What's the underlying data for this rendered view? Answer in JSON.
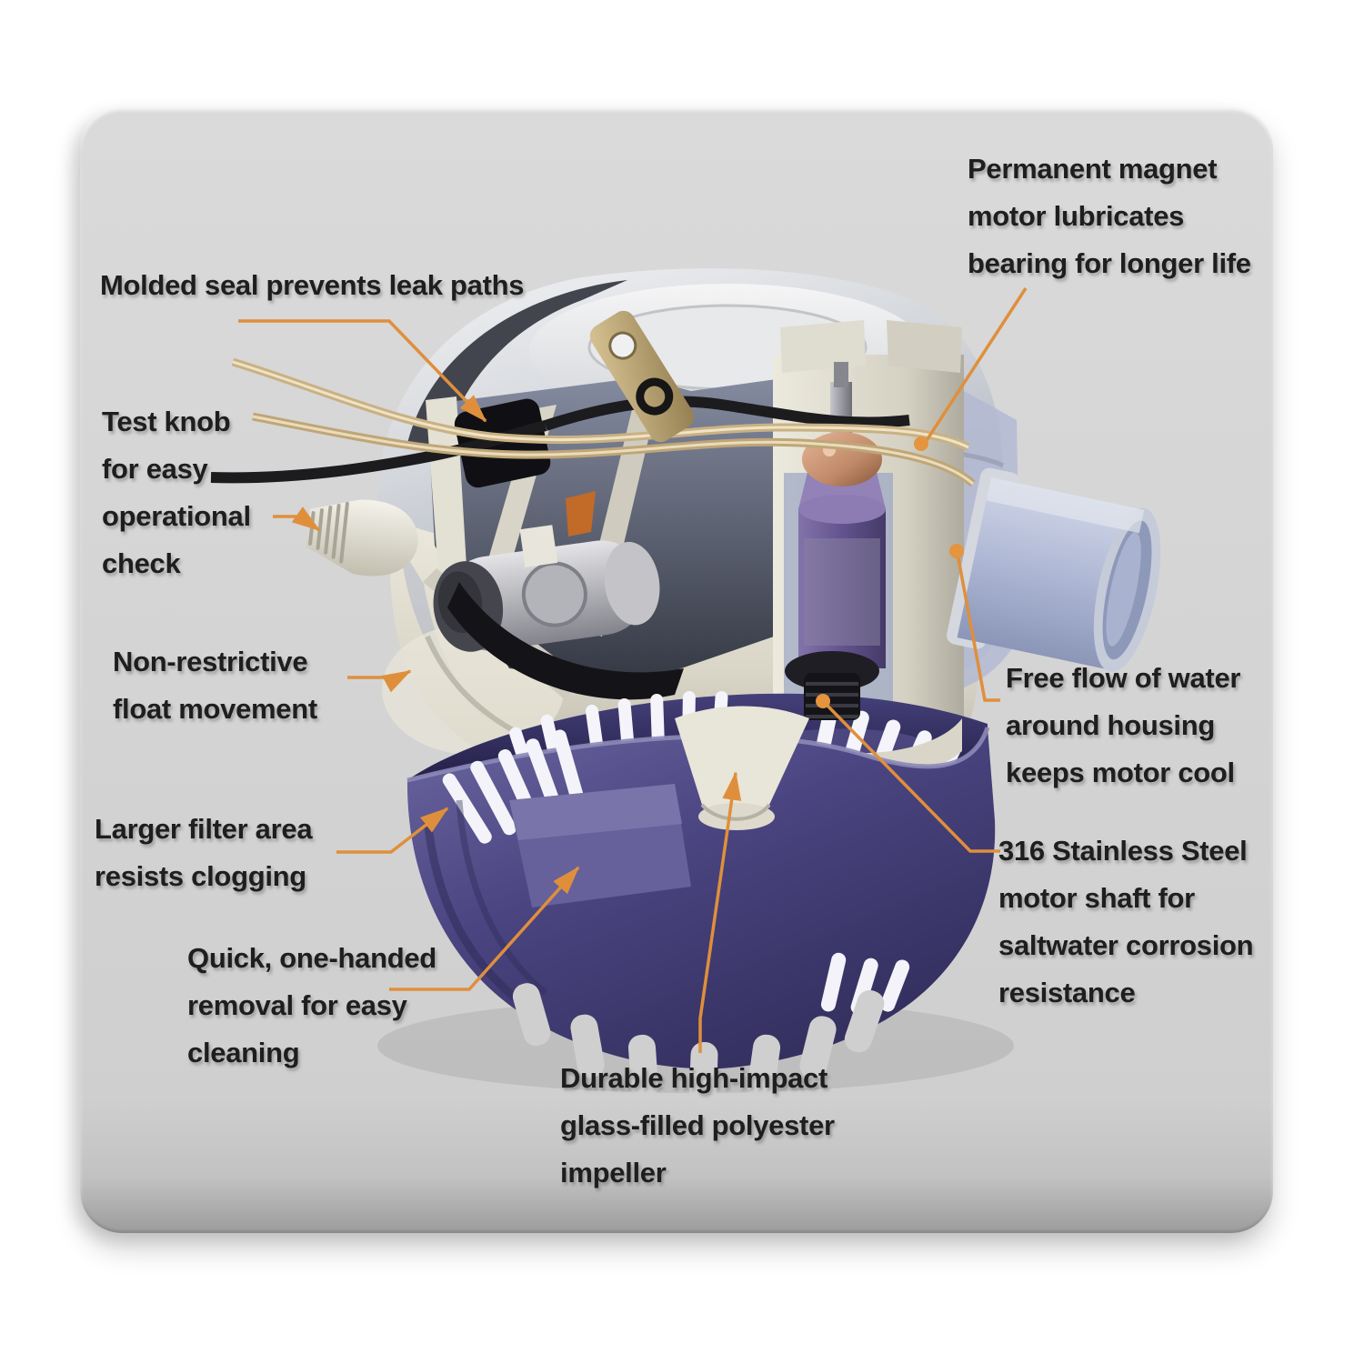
{
  "figure": {
    "subject": "Automatic bilge pump cutaway diagram",
    "colors": {
      "panel_background": "#d2d2d2",
      "page_background": "#ffffff",
      "leader_line": "#df8f3c",
      "label_text": "#1e1e1e",
      "strainer_basket": "#4a4480",
      "pump_dome": "#c6cad2",
      "discharge_tube": "#a9b3d0",
      "motor_armature": "#6a5a96",
      "housing_cream": "#e8e5d8"
    }
  },
  "labels": {
    "molded_seal": {
      "lines": [
        "Molded seal prevents leak paths"
      ]
    },
    "permanent_magnet": {
      "lines": [
        "Permanent magnet",
        "motor lubricates",
        "bearing for longer life"
      ]
    },
    "test_knob": {
      "lines": [
        "Test knob",
        "for easy",
        "operational",
        "check"
      ]
    },
    "float_movement": {
      "lines": [
        "Non-restrictive",
        "float movement"
      ]
    },
    "filter_area": {
      "lines": [
        "Larger filter area",
        "resists clogging"
      ]
    },
    "quick_removal": {
      "lines": [
        "Quick, one-handed",
        "removal for easy",
        "cleaning"
      ]
    },
    "impeller": {
      "lines": [
        "Durable high-impact",
        "glass-filled polyester",
        "impeller"
      ]
    },
    "free_flow": {
      "lines": [
        "Free flow of water",
        "around housing",
        "keeps motor cool"
      ]
    },
    "stainless_shaft": {
      "lines": [
        "316 Stainless Steel",
        "motor shaft for",
        "saltwater corrosion",
        "resistance"
      ]
    }
  }
}
